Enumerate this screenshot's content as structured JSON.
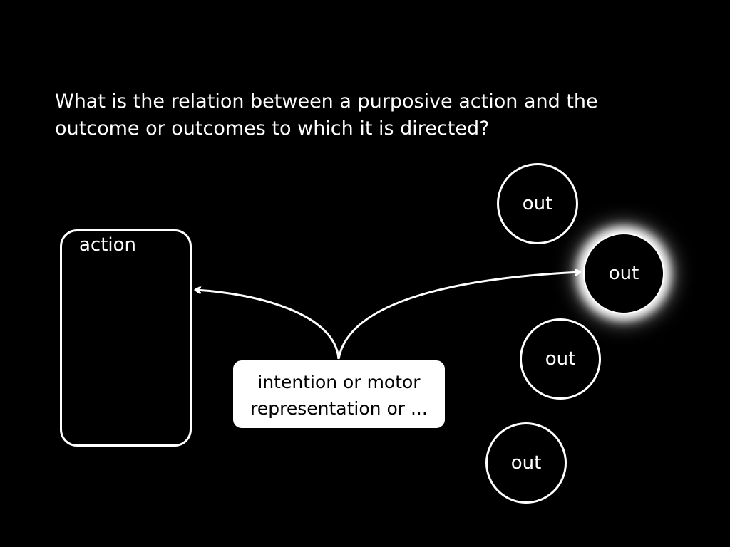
{
  "question": {
    "line1": "What is the relation between a purposive action and the",
    "line2": "outcome or outcomes to which it is directed?"
  },
  "action": {
    "label": "action"
  },
  "intention": {
    "line1": "intention or motor",
    "line2": "representation or ..."
  },
  "outcomes": [
    {
      "label": "out",
      "highlighted": false
    },
    {
      "label": "out",
      "highlighted": true
    },
    {
      "label": "out",
      "highlighted": false
    },
    {
      "label": "out",
      "highlighted": false
    }
  ],
  "colors": {
    "background": "#000000",
    "foreground": "#ffffff"
  }
}
